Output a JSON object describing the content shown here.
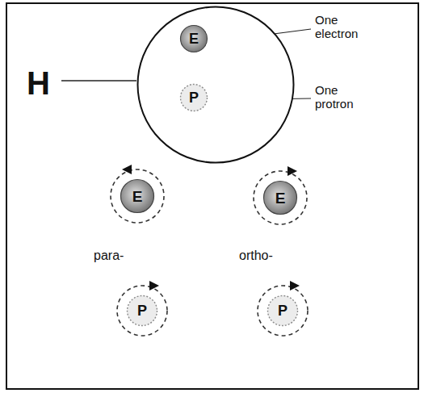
{
  "diagram": {
    "nodes": [
      {
        "text": [
          "H"
        ]
      },
      {
        "text": [
          "E"
        ],
        "in": 0
      },
      {
        "text": [
          "P"
        ],
        "in": 0
      },
      {
        "text": [
          "E"
        ]
      },
      {
        "text": [
          "E"
        ]
      },
      {
        "text": [
          "P"
        ]
      },
      {
        "text": [
          "P"
        ]
      }
    ],
    "labels": [
      "One electron",
      "One protron",
      "para-",
      "ortho-"
    ]
  }
}
